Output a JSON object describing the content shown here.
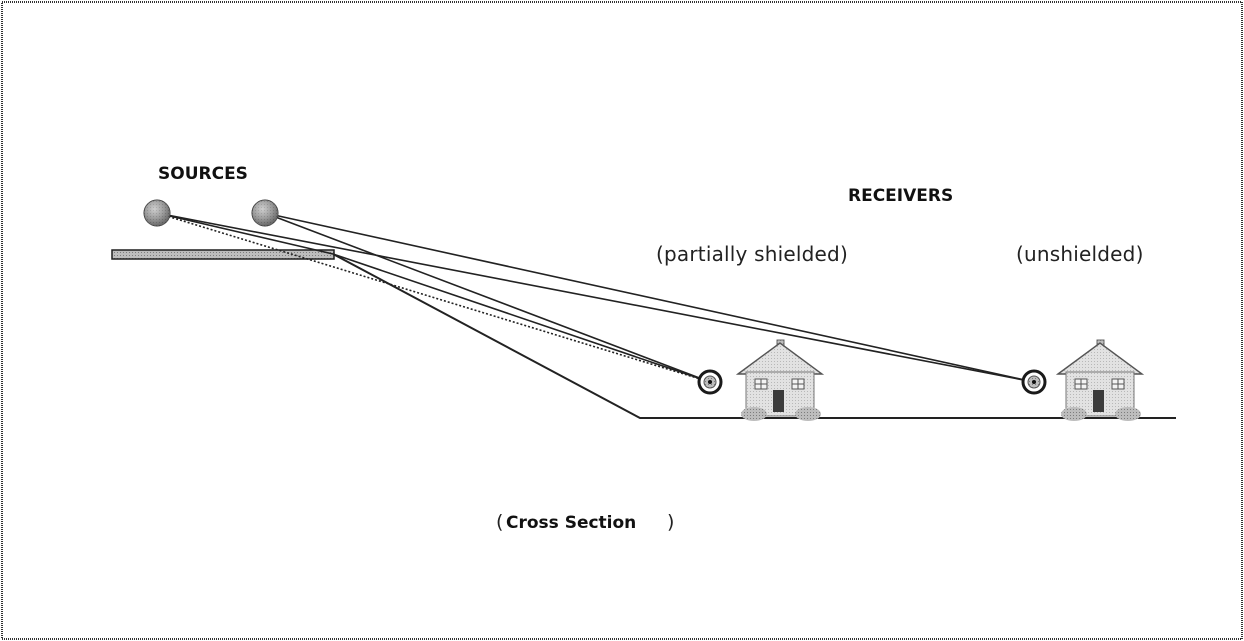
{
  "labels": {
    "sources": "SOURCES",
    "receivers": "RECEIVERS",
    "partially_shielded": "(partially shielded)",
    "unshielded": "(unshielded)",
    "cross_section_open": "(",
    "cross_section": "Cross Section",
    "cross_section_close": ")"
  },
  "colors": {
    "line": "#222222",
    "barrier": "#2a2a2a",
    "source_fill": "#8c8c8c",
    "house_fill": "#d4d4d4"
  },
  "icons": {
    "source": "source-sphere-icon",
    "receiver": "receiver-target-icon",
    "house": "house-icon"
  }
}
